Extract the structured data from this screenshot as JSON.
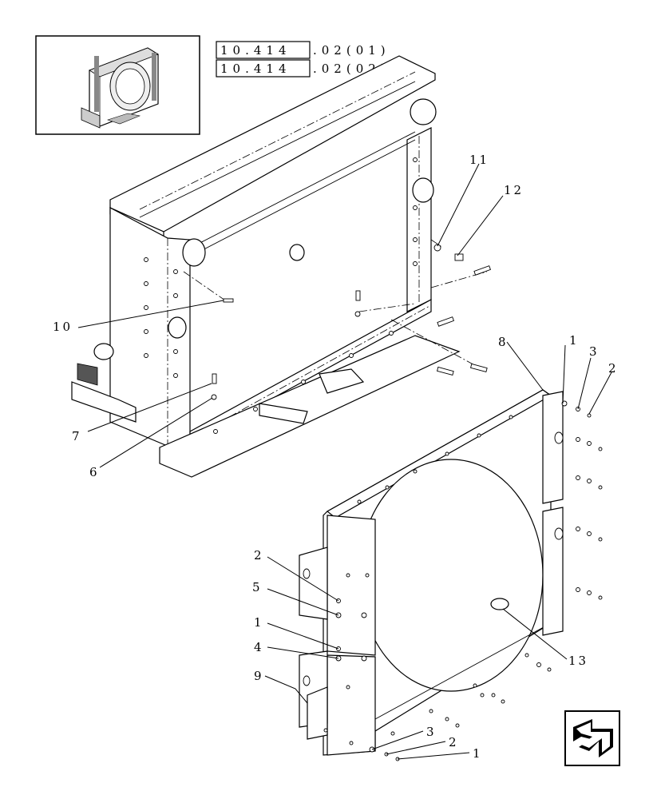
{
  "references": [
    {
      "section": "10.414",
      "suffix": ".02(01)"
    },
    {
      "section": "10.414",
      "suffix": ".02(02)"
    }
  ],
  "callouts": {
    "c1_top": "1",
    "c2_top": "2",
    "c3_top": "3",
    "c8": "8",
    "c10": "10",
    "c11": "11",
    "c12": "12",
    "c7": "7",
    "c6": "6",
    "c2_mid": "2",
    "c5": "5",
    "c1_mid": "1",
    "c4": "4",
    "c9": "9",
    "c13": "13",
    "c3_bot": "3",
    "c2_bot": "2",
    "c1_bot": "1"
  },
  "icons": {
    "thumbnail": "radiator-assembly-thumbnail-icon",
    "navigation": "return-arrow-icon"
  }
}
